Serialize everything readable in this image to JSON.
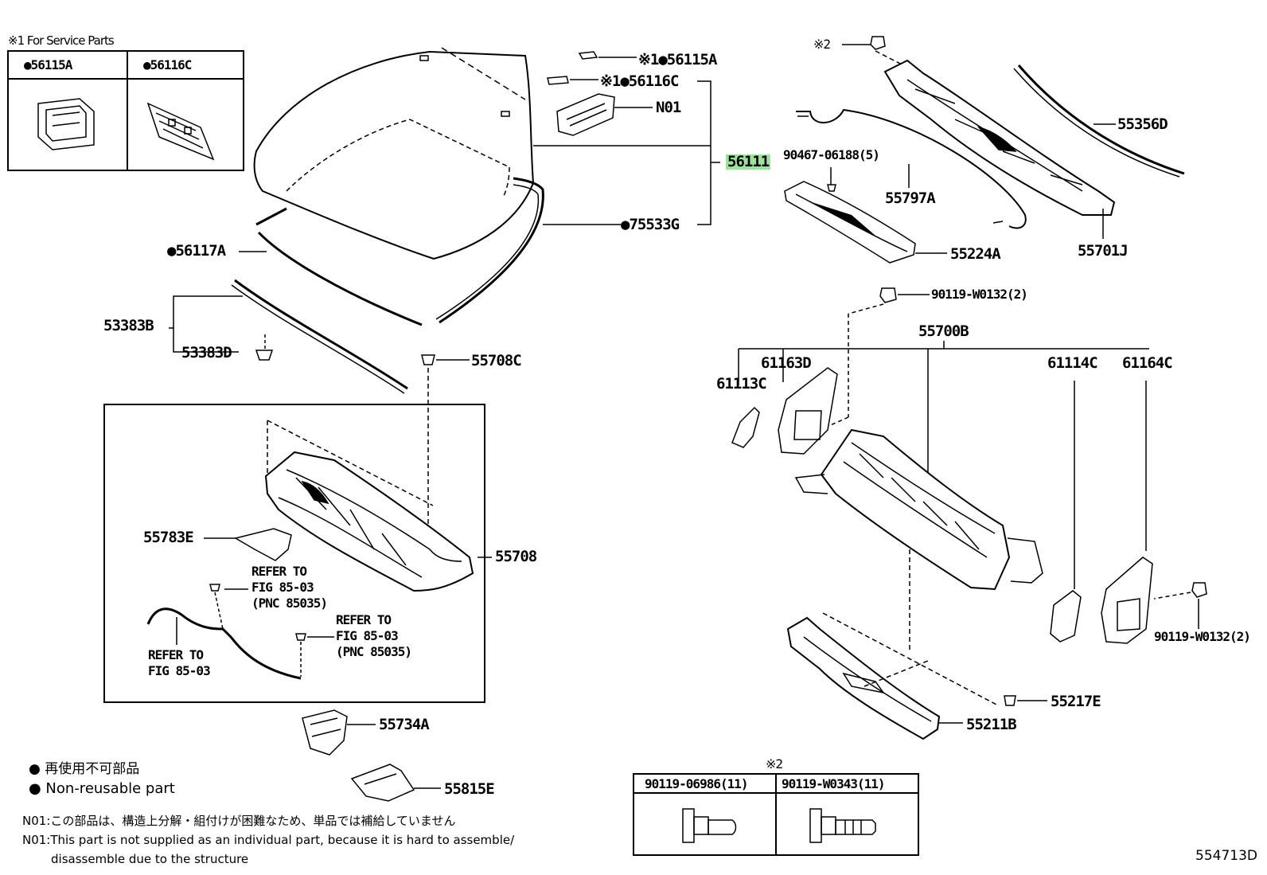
{
  "service_parts": {
    "title": "※1 For Service Parts",
    "col1": "●56115A",
    "col2": "●56116C"
  },
  "callouts": {
    "c56115A": "※1●56115A",
    "c56116C": "※1●56116C",
    "cN01": "N01",
    "c56111": "56111",
    "c75533G": "●75533G",
    "c56117A": "●56117A",
    "c53383B": "53383B",
    "c53383D": "53383D",
    "c55708C": "55708C",
    "c55783E": "55783E",
    "c55708": "55708",
    "ref1": [
      "REFER TO",
      "FIG 85-03",
      "(PNC 85035)"
    ],
    "ref2": [
      "REFER TO",
      "FIG 85-03",
      "(PNC 85035)"
    ],
    "ref3": [
      "REFER TO",
      "FIG 85-03"
    ],
    "c55734A": "55734A",
    "c55815E": "55815E",
    "cX2": "※2",
    "c55356D": "55356D",
    "c90467": "90467-06188(5)",
    "c55797A": "55797A",
    "c55224A": "55224A",
    "c55701J": "55701J",
    "c90119a": "90119-W0132(2)",
    "c55700B": "55700B",
    "c61163D": "61163D",
    "c61113C": "61113C",
    "c61114C": "61114C",
    "c61164C": "61164C",
    "c90119b": "90119-W0132(2)",
    "c55217E": "55217E",
    "c55211B": "55211B"
  },
  "bolt_table": {
    "title": "※2",
    "col1": "90119-06986(11)",
    "col2": "90119-W0343(11)"
  },
  "legend": {
    "jp": "● 再使用不可部品",
    "en": "● Non-reusable part"
  },
  "notes": {
    "jp": "N01:この部品は、構造上分解・組付けが困難なため、単品では補給していません",
    "en1": "N01:This part is not supplied as an individual part, because it is hard to assemble/",
    "en2": "disassemble due to the structure"
  },
  "figure_code": "554713D",
  "colors": {
    "highlight": "#9be39b",
    "ink": "#000000"
  }
}
